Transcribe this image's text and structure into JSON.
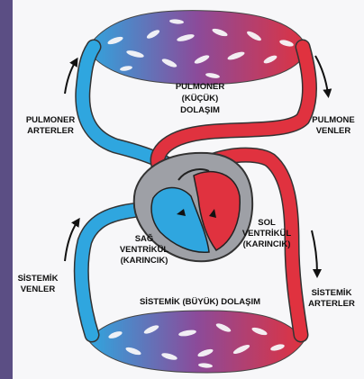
{
  "labels": {
    "pulmonary_top_1": "PULMONER",
    "pulmonary_top_2": "(KÜÇÜK)",
    "pulmonary_top_3": "DOLAŞIM",
    "pulm_arteries_1": "PULMONER",
    "pulm_arteries_2": "ARTERLER",
    "pulm_veins_1": "PULMONE",
    "pulm_veins_2": "VENLER",
    "left_ventricle_1": "SOL",
    "left_ventricle_2": "VENTRİKÜL",
    "left_ventricle_3": "(KARINCIK)",
    "right_ventricle_1": "SAĞ",
    "right_ventricle_2": "VENTRİKÜL",
    "right_ventricle_3": "(KARINCIK)",
    "sys_veins_1": "SİSTEMİK",
    "sys_veins_2": "VENLER",
    "sys_arteries_1": "SİSTEMİK",
    "sys_arteries_2": "ARTERLER",
    "systemic_circ": "SİSTEMİK (BÜYÜK) DOLAŞIM"
  },
  "colors": {
    "oxygenated": "#e0323f",
    "deoxygenated": "#2fa6df",
    "capillary_mid": "#8b4b9a",
    "heart_body": "#9ea0a6"
  }
}
